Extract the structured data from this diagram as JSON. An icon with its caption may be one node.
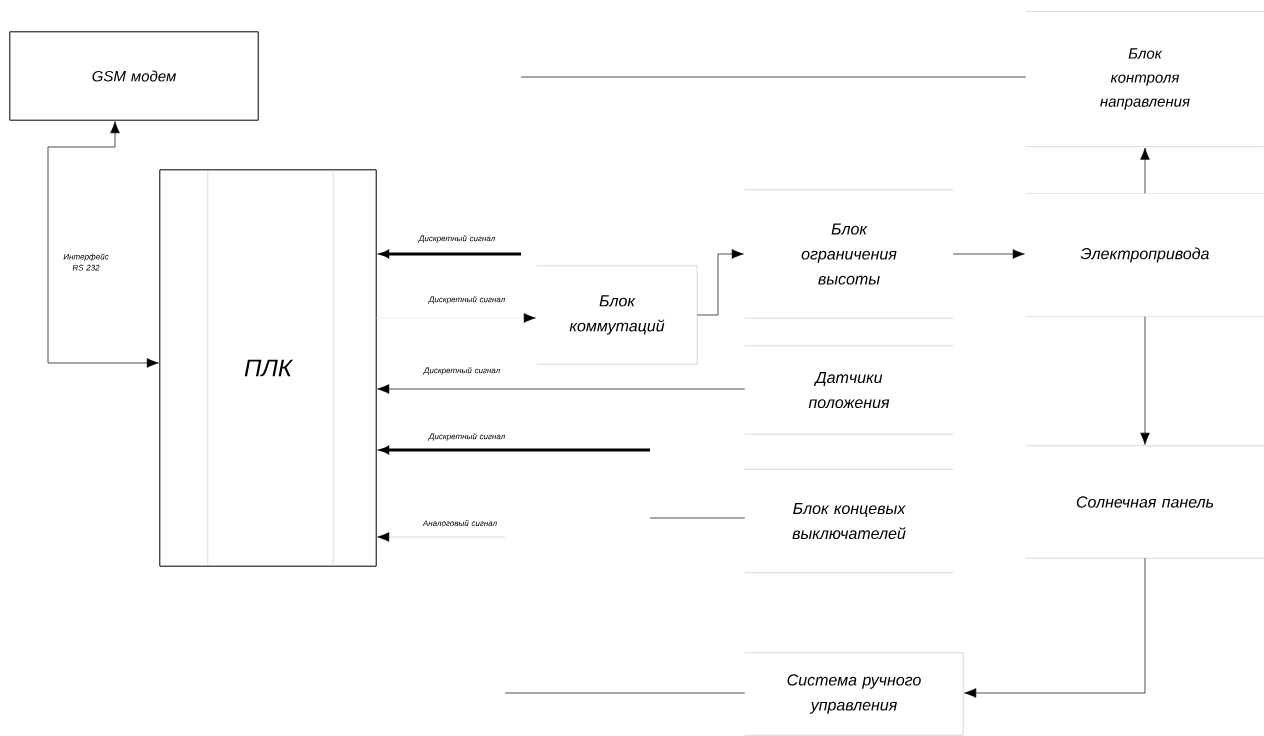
{
  "diagram": {
    "nodes": [
      {
        "text": [
          "GSM модем"
        ]
      },
      {
        "text": [
          "ПЛК"
        ]
      },
      {
        "text": [
          "Блок коммутаций"
        ]
      },
      {
        "text": [
          "Блок ограничения высоты"
        ]
      },
      {
        "text": [
          "Датчики положения"
        ]
      },
      {
        "text": [
          "Блок концевых выключателей"
        ]
      },
      {
        "text": [
          "Блок контроля направления"
        ]
      },
      {
        "text": [
          "Электропривода"
        ]
      },
      {
        "text": [
          "Солнечная панель"
        ]
      },
      {
        "text": [
          "Система ручного управления"
        ]
      }
    ],
    "edges": [
      {
        "from": 0,
        "to": 1,
        "arrow": "both",
        "label": "Интерфейс RS 232"
      },
      {
        "from": null,
        "to": 1,
        "arrow": "to",
        "label": "Дискретный сигнал",
        "style": "thick"
      },
      {
        "from": 1,
        "to": 2,
        "arrow": "to",
        "label": "Дискретный сигнал",
        "color": "#e6e6e6"
      },
      {
        "from": 2,
        "to": 3,
        "arrow": "to"
      },
      {
        "from": 4,
        "to": 1,
        "arrow": "to",
        "label": "Дискретный сигнал"
      },
      {
        "from": null,
        "to": 1,
        "arrow": "to",
        "label": "Дискретный сигнал",
        "style": "thick"
      },
      {
        "from": null,
        "to": 1,
        "arrow": "to",
        "label": "Аналоговый сигнал",
        "color": "#c8c8c8"
      },
      {
        "from": 6,
        "to": null,
        "arrow": "none"
      },
      {
        "from": 5,
        "to": null,
        "arrow": "none"
      },
      {
        "from": 3,
        "to": 7,
        "arrow": "to"
      },
      {
        "from": 7,
        "to": 6,
        "arrow": "to"
      },
      {
        "from": 7,
        "to": 8,
        "arrow": "to"
      },
      {
        "from": 8,
        "to": 9,
        "arrow": "to"
      },
      {
        "from": 9,
        "to": null,
        "arrow": "none"
      }
    ]
  }
}
